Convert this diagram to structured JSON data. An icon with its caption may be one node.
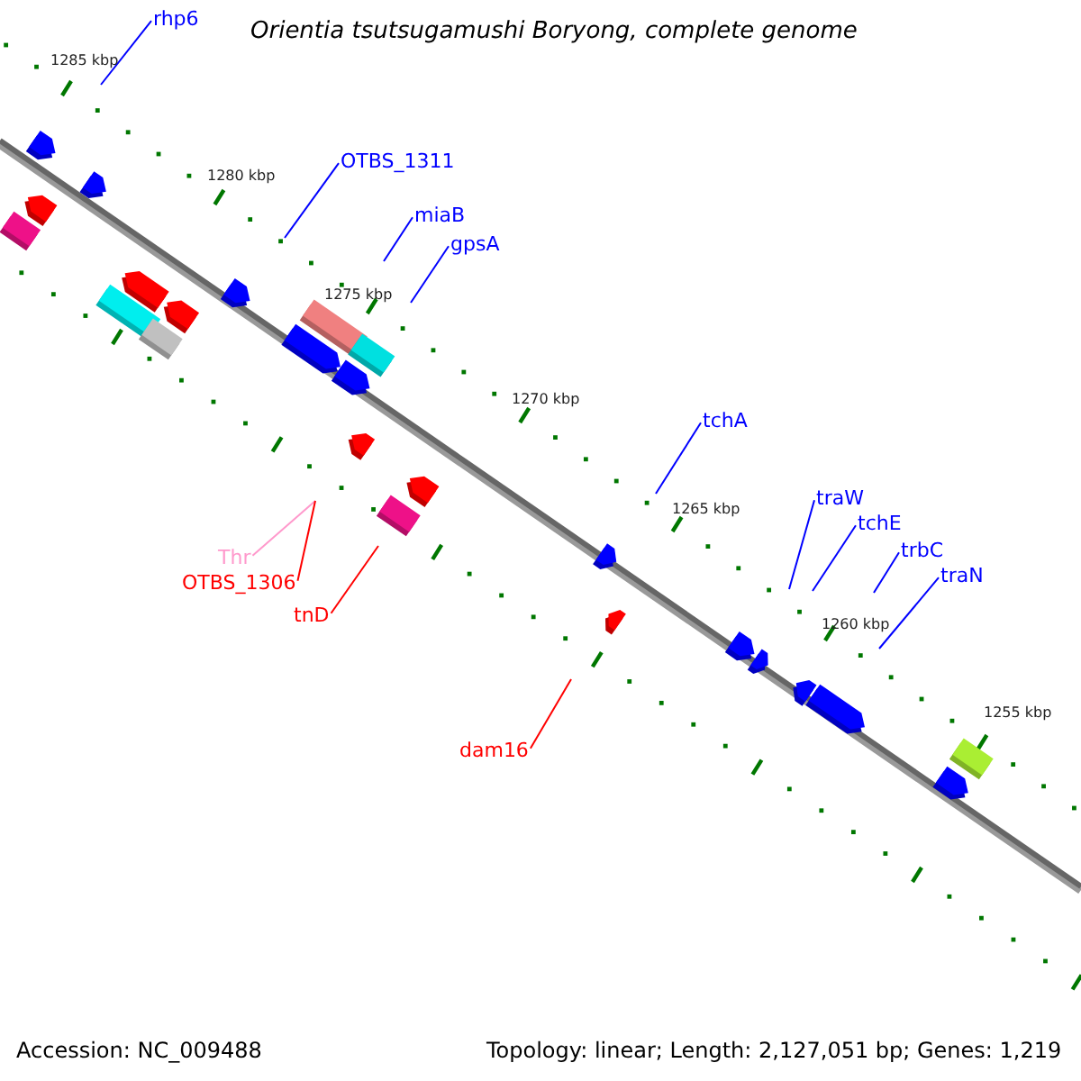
{
  "diagram": {
    "title": "Orientia tsutsugamushi Boryong, complete genome",
    "nodes": [
      {
        "text": [
          "rhp6"
        ]
      },
      {
        "text": [
          "OTBS_1311"
        ]
      },
      {
        "text": [
          "miaB"
        ]
      },
      {
        "text": [
          "gpsA"
        ]
      },
      {
        "text": [
          "tchA"
        ]
      },
      {
        "text": [
          "traW"
        ]
      },
      {
        "text": [
          "tchE"
        ]
      },
      {
        "text": [
          "trbC"
        ]
      },
      {
        "text": [
          "traN"
        ]
      },
      {
        "text": [
          "Thr"
        ]
      },
      {
        "text": [
          "OTBS_1306"
        ]
      },
      {
        "text": [
          "tnD"
        ]
      },
      {
        "text": [
          "dam16"
        ]
      }
    ],
    "edges": [
      {
        "from": 0,
        "to": null,
        "arrow": "none"
      },
      {
        "from": 1,
        "to": null,
        "arrow": "none"
      },
      {
        "from": 2,
        "to": null,
        "arrow": "none"
      },
      {
        "from": 3,
        "to": null,
        "arrow": "none"
      },
      {
        "from": 4,
        "to": null,
        "arrow": "none"
      },
      {
        "from": 5,
        "to": null,
        "arrow": "none"
      },
      {
        "from": 6,
        "to": null,
        "arrow": "none"
      },
      {
        "from": 7,
        "to": null,
        "arrow": "none"
      },
      {
        "from": 8,
        "to": null,
        "arrow": "none"
      },
      {
        "from": 9,
        "to": null,
        "arrow": "none",
        "color": "#ff99cc"
      },
      {
        "from": 10,
        "to": null,
        "arrow": "none",
        "color": "#ff0000"
      },
      {
        "from": 11,
        "to": null,
        "arrow": "none",
        "color": "#ff0000"
      },
      {
        "from": 12,
        "to": null,
        "arrow": "none",
        "color": "#ff0000"
      }
    ],
    "labels": [
      "1285 kbp",
      "1280 kbp",
      "1275 kbp",
      "1270 kbp",
      "1265 kbp",
      "1260 kbp",
      "1255 kbp",
      "Accession: NC_009488",
      "Topology: linear; Length: 2,127,051 bp; Genes: 1,219"
    ]
  }
}
